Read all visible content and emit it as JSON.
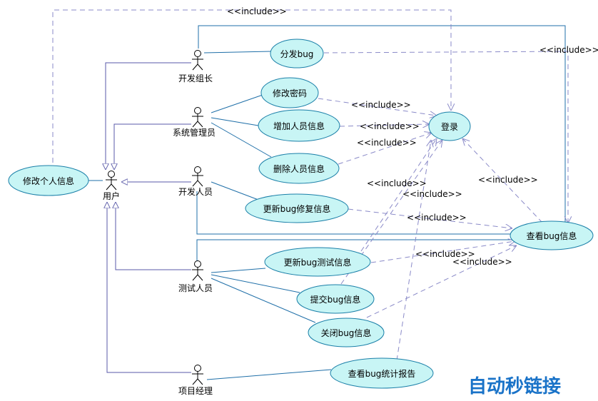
{
  "actors": {
    "dev_lead": "开发组长",
    "sys_admin": "系统管理员",
    "user": "用户",
    "developer": "开发人员",
    "tester": "测试人员",
    "pm": "项目经理"
  },
  "use_cases": {
    "assign_bug": "分发bug",
    "change_password": "修改密码",
    "add_person": "增加人员信息",
    "delete_person": "删除人员信息",
    "login": "登录",
    "edit_profile": "修改个人信息",
    "update_fix": "更新bug修复信息",
    "view_bug": "查看bug信息",
    "update_test": "更新bug测试信息",
    "submit_bug": "提交bug信息",
    "close_bug": "关闭bug信息",
    "view_stats": "查看bug统计报告"
  },
  "include_label": "<<include>>",
  "watermark": "自动秒链接",
  "colors": {
    "line": "#1f6fa8",
    "ellipse_fill": "#c8f5f5",
    "ellipse_stroke": "#1a7fa8",
    "dashed": "#8a8ac8",
    "watermark": "#1a73c8"
  }
}
